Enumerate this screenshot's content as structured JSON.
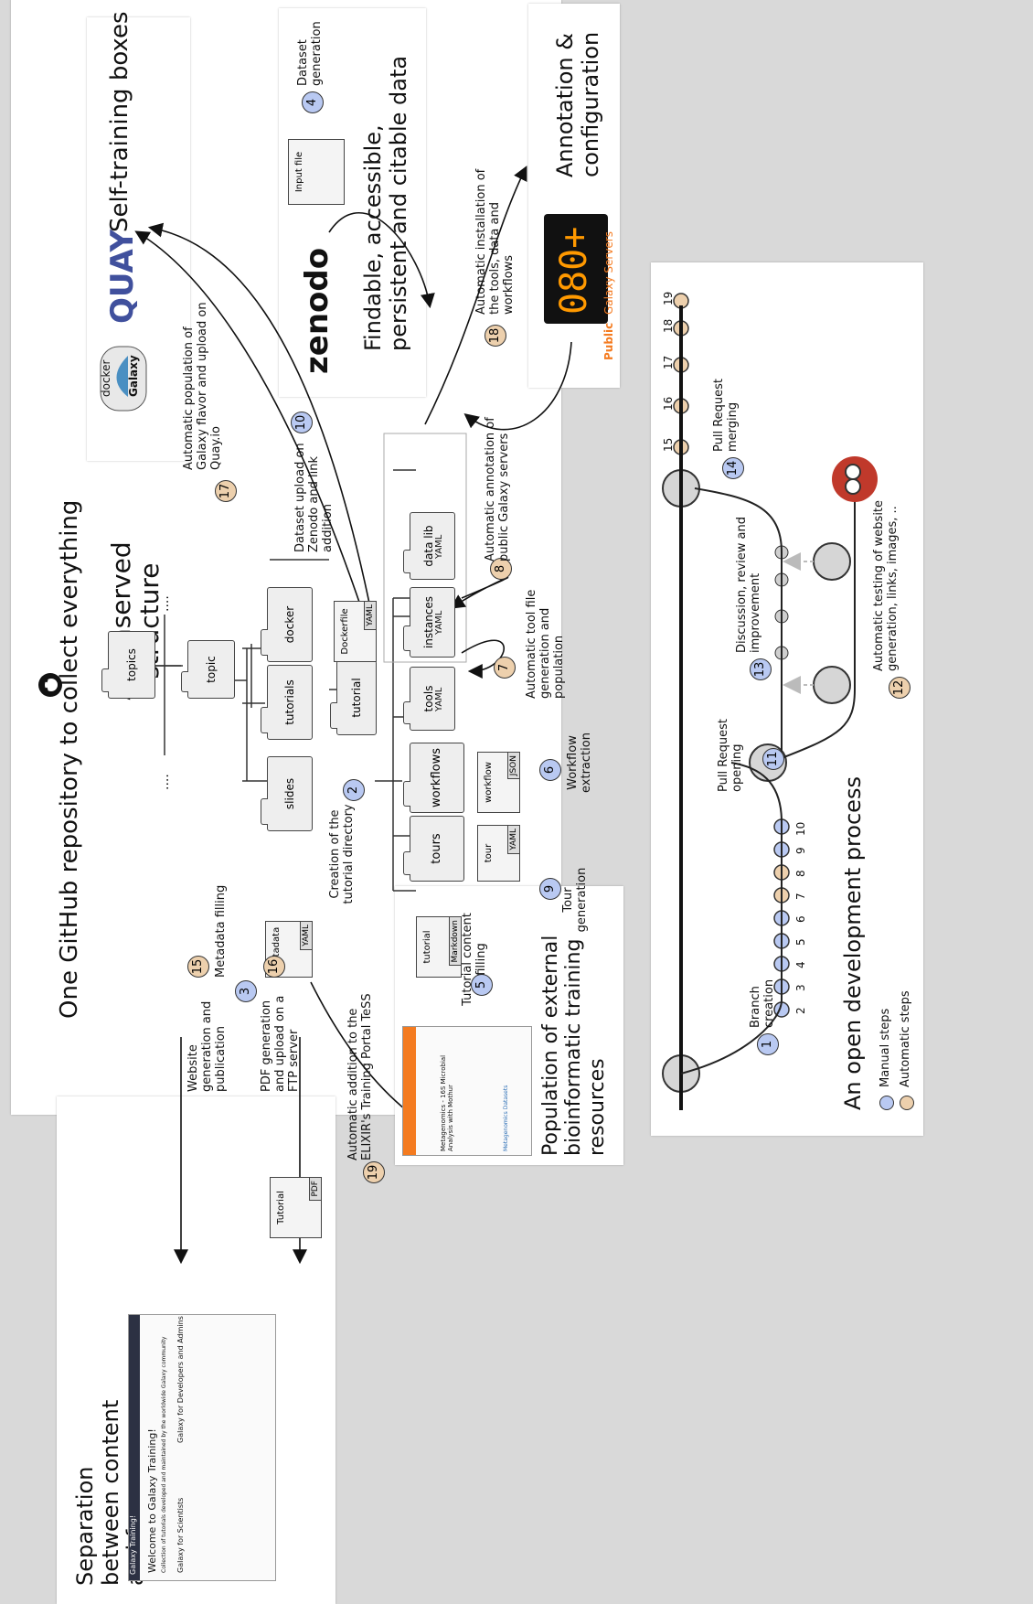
{
  "main_title": "One GitHub repository to collect everything",
  "structure": {
    "title": "A conserved structure",
    "folders": {
      "topics": "topics",
      "topic": "topic",
      "slides": "slides",
      "tutorials": "tutorials",
      "docker": "docker",
      "tutorial": "tutorial",
      "tours": "tours",
      "workflows": "workflows",
      "tools": "tools",
      "instances": "instances",
      "data_lib": "data lib"
    },
    "ellipsis": "....",
    "files": {
      "metadata": {
        "label": "metadata",
        "ext": "YAML"
      },
      "dockerfile": {
        "label": "Dockerfile",
        "ext": "YAML"
      },
      "tutorial_md": {
        "label": "tutorial",
        "ext": "Markdown"
      },
      "tour": {
        "label": "tour",
        "ext": "YAML"
      },
      "workflow": {
        "label": "workflow",
        "ext": "JSON"
      },
      "tools_yaml": "YAML",
      "instances_yaml": "YAML",
      "data_lib_yaml": "YAML"
    }
  },
  "steps": {
    "s1": "Branch creation",
    "s2": "Creation of the tutorial directory",
    "s3": "Metadata filling",
    "s4": "Dataset generation",
    "s5": "Tutorial content filling",
    "s6": "Workflow extraction",
    "s7": "Automatic tool file generation and population",
    "s8": "Automatic annotation of public Galaxy servers",
    "s9": "Tour generation",
    "s10": "Dataset upload on Zenodo and link addition",
    "s11": "Pull Request opening",
    "s12": "Automatic testing of website generation, links, images, ..",
    "s13": "Discussion, review and improvement",
    "s14": "Pull Request merging",
    "s15": "Website generation and publication",
    "s16": "PDF generation and upload on a FTP server",
    "s17": "Automatic population of Galaxy flavor and upload on Quay.io",
    "s18": "Automatic installation of the tools, data and workflows",
    "s19": "Automatic addition to the ELIXIR's Training Portal TeSS"
  },
  "panels": {
    "self_training": "Self-training boxes",
    "findable": "Findable, accessible, persistent and citable data",
    "annotation": "Annotation & configuration",
    "separation": "Separation between content and form",
    "population": "Population of external bioinformatic training resources",
    "open_dev": "An open development process"
  },
  "logos": {
    "quay": "QUAY",
    "docker": "docker",
    "galaxy": "Galaxy",
    "zenodo": "zenodo",
    "input_file": "Input file",
    "counter": "080+",
    "public": "Public",
    "galaxy_servers": "Galaxy Servers",
    "pdf_title": "Tutorial",
    "pdf_ext": "PDF"
  },
  "timeline": {
    "numbers": [
      "2",
      "3",
      "4",
      "5",
      "6",
      "7",
      "8",
      "9",
      "10",
      "15",
      "16",
      "17",
      "18",
      "19"
    ]
  },
  "legend": {
    "manual": "Manual steps",
    "automatic": "Automatic steps"
  },
  "website_mock": {
    "brand": "Galaxy Training!",
    "welcome": "Welcome to Galaxy Training!",
    "subtitle": "Collection of tutorials developed and maintained by the worldwide Galaxy community",
    "col1": "Galaxy for Scientists",
    "col2": "Galaxy for Developers and Admins"
  },
  "tess_mock": {
    "title": "Metagenomics - 16S Microbial Analysis with Mothur",
    "link": "Metagenomics Datasets"
  },
  "colors": {
    "manual": "#b9c9f2",
    "automatic": "#edd0ad",
    "quay_blue": "#40509d",
    "galaxy_orange": "#f47b20"
  }
}
